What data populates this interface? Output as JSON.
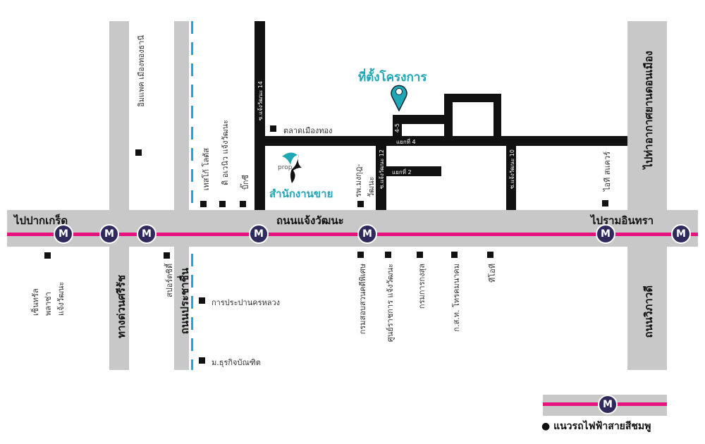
{
  "title": "ที่ตั้งโครงการ",
  "sales_office": "สำนักงานขาย",
  "logo_text": "prop",
  "roads": {
    "main": "ถนนแจ้งวัฒนะ",
    "to_pakkret": "ไปปากเกร็ด",
    "to_ramintra": "ไปรามอินทรา",
    "expressway": "ทางด่วนศรีรัช",
    "prachachuen": "ถนนประชาชื่น",
    "vibhavadi": "ถนนวิภาวดี",
    "to_airport": "ไปท่าอากาศยานดอนเมือง",
    "soi14": "ซ.แจ้งวัฒนะ 14",
    "soi12": "ซ.แจ้งวัฒนะ 12",
    "soi10": "ซ.แจ้งวัฒนะ 10",
    "yaek4": "แยกที่ 4",
    "yaek2": "แยกที่ 2",
    "yaek45": "4-5"
  },
  "pois": {
    "impact": "อิมแพค เมืองทองธานี",
    "tesco": "เทสโก้ โลตัส",
    "the_avenue": "ดิ อเวนิว แจ้งวัฒนะ",
    "bigc": "บิ๊กซี",
    "market": "ตลาดเมืองทอง",
    "hospital": "รพ.มงกุฎ-วัฒนะ",
    "it_square": "ไอที สแควร์",
    "central": "เซ็นทรัลพลาซ่า แจ้งวัฒนะ",
    "sport_city": "สปอร์ตซิตี้",
    "mwa": "การประปานครหลวง",
    "dpu": "ม.ธุรกิจบัณฑิต",
    "dsi": "กรมสอบสวนคดีพิเศษ",
    "gov_center": "ศูนย์ราชการ แจ้งวัฒนะ",
    "customs": "กรมการกงสุล",
    "cat": "ก.ส.ท. โทรคมนาคม",
    "tot": "ทีโอที"
  },
  "metro_symbol": "M",
  "legend": "● แนวรถไฟฟ้าสายสีชมพู",
  "colors": {
    "pink": "#e6127e",
    "teal": "#1fa7b5",
    "gray": "#c8c8c8",
    "blue": "#1aa8e0"
  }
}
